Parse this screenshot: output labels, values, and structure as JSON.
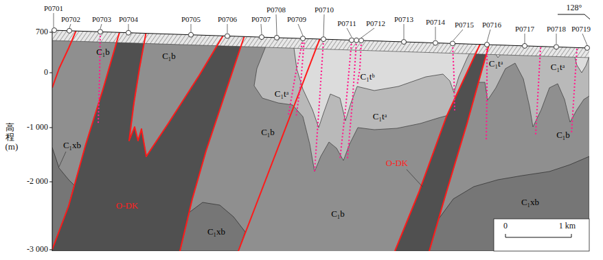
{
  "diagram": {
    "labels": [
      "P0701",
      "P0702",
      "P0703",
      "P0704",
      "P0705",
      "P0706",
      "P0707",
      "P0708",
      "P0709",
      "P0710",
      "P0711",
      "P0712",
      "P0713",
      "P0714",
      "P0715",
      "P0716",
      "P0717",
      "P0718",
      "P0719",
      "700",
      "0",
      "-1 000",
      "-2 000",
      "-3 000",
      "高程(m)",
      "128°",
      "0",
      "1 km",
      "C₁b",
      "C₁b",
      "C₁b",
      "C₁b",
      "C₁b",
      "C₁xb",
      "C₁xb",
      "C₁xb",
      "O-DK",
      "O-DK",
      "C₁tᵃ",
      "C₁tᵃ",
      "C₁tᵃ",
      "C₁tᵃ",
      "C₁tᵇ"
    ]
  }
}
